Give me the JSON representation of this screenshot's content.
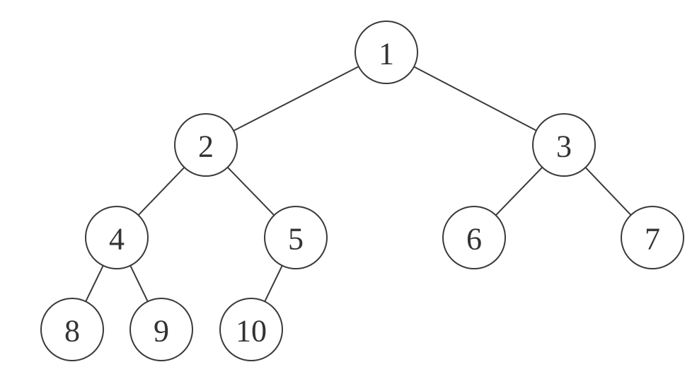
{
  "tree": {
    "nodes": [
      {
        "id": "n1",
        "label": "1"
      },
      {
        "id": "n2",
        "label": "2"
      },
      {
        "id": "n3",
        "label": "3"
      },
      {
        "id": "n4",
        "label": "4"
      },
      {
        "id": "n5",
        "label": "5"
      },
      {
        "id": "n6",
        "label": "6"
      },
      {
        "id": "n7",
        "label": "7"
      },
      {
        "id": "n8",
        "label": "8"
      },
      {
        "id": "n9",
        "label": "9"
      },
      {
        "id": "n10",
        "label": "10"
      }
    ],
    "edges": [
      {
        "from": "n1",
        "to": "n2"
      },
      {
        "from": "n1",
        "to": "n3"
      },
      {
        "from": "n2",
        "to": "n4"
      },
      {
        "from": "n2",
        "to": "n5"
      },
      {
        "from": "n3",
        "to": "n6"
      },
      {
        "from": "n3",
        "to": "n7"
      },
      {
        "from": "n4",
        "to": "n8"
      },
      {
        "from": "n4",
        "to": "n9"
      },
      {
        "from": "n5",
        "to": "n10"
      }
    ],
    "colors": {
      "stroke": "#3a3a3a",
      "text": "#333333",
      "fill": "#ffffff"
    }
  }
}
